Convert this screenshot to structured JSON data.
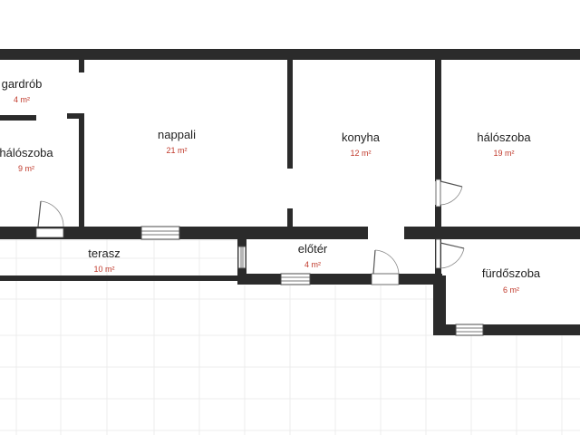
{
  "floorplan": {
    "colors": {
      "wall": "#2b2b2b",
      "area_text": "#c0392b",
      "label_text": "#1f1f1f",
      "grid": "#ececec",
      "background": "#ffffff"
    },
    "rooms": [
      {
        "id": "gardrob",
        "name": "gardrób",
        "area": "4 m²"
      },
      {
        "id": "haloszoba-left",
        "name": "hálószoba",
        "area": "9 m²"
      },
      {
        "id": "nappali",
        "name": "nappali",
        "area": "21 m²"
      },
      {
        "id": "konyha",
        "name": "konyha",
        "area": "12 m²"
      },
      {
        "id": "haloszoba-right",
        "name": "hálószoba",
        "area": "19 m²"
      },
      {
        "id": "terasz",
        "name": "terasz",
        "area": "10 m²"
      },
      {
        "id": "eloter",
        "name": "előtér",
        "area": "4 m²"
      },
      {
        "id": "furdoszoba",
        "name": "fürdőszoba",
        "area": "6 m²"
      }
    ]
  }
}
